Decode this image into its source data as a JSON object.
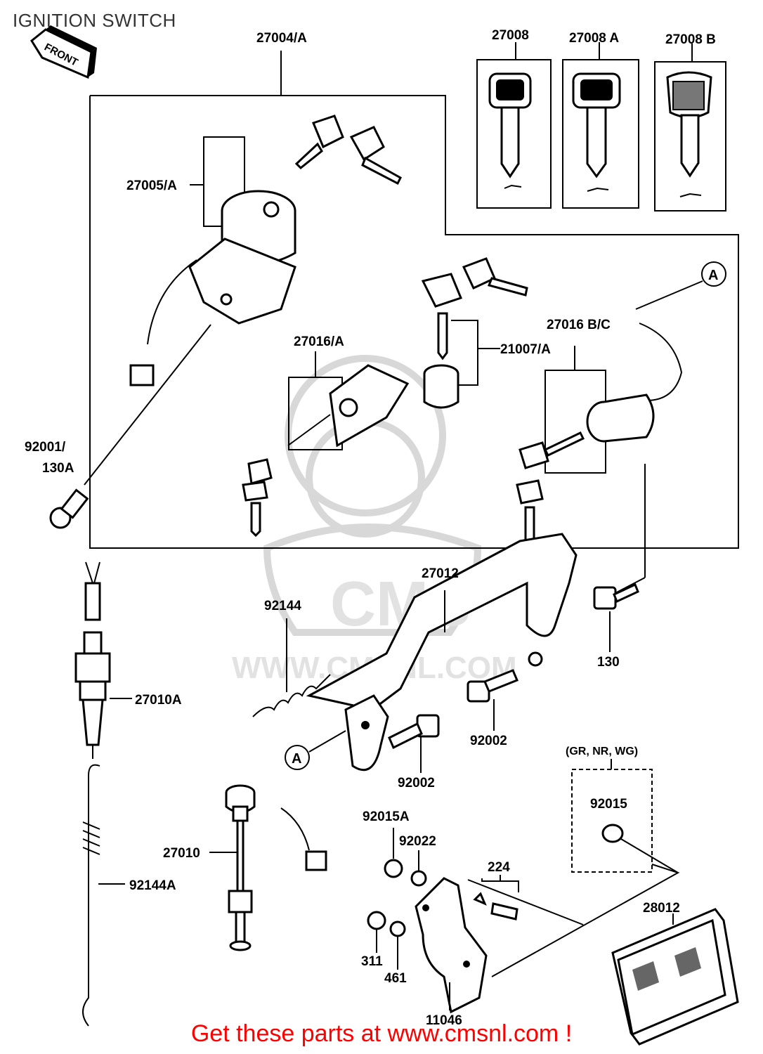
{
  "title": "IGNITION SWITCH",
  "footer": "Get these parts at www.cmsnl.com !",
  "watermark": {
    "logo_text": "CMS",
    "site_text": "WWW.CMSNL.COM"
  },
  "front_arrow_label": "FRONT",
  "group_tag": "(GR, NR, WG)",
  "callout_letter": "A",
  "parts": {
    "p27004A": "27004/A",
    "p27005A": "27005/A",
    "p27008": "27008",
    "p27008A": "27008 A",
    "p27008B": "27008 B",
    "p27016A": "27016/A",
    "p21007A": "21007/A",
    "p27016BC": "27016 B/C",
    "p92001": "92001/",
    "p130A": "130A",
    "p27012": "27012",
    "p92144": "92144",
    "p130": "130",
    "p27010A": "27010A",
    "p92002a": "92002",
    "p92002b": "92002",
    "p92015": "92015",
    "p92015A": "92015A",
    "p92022": "92022",
    "p224": "224",
    "p27010": "27010",
    "p92144A": "92144A",
    "p28012": "28012",
    "p311": "311",
    "p461": "461",
    "p11046": "11046"
  }
}
